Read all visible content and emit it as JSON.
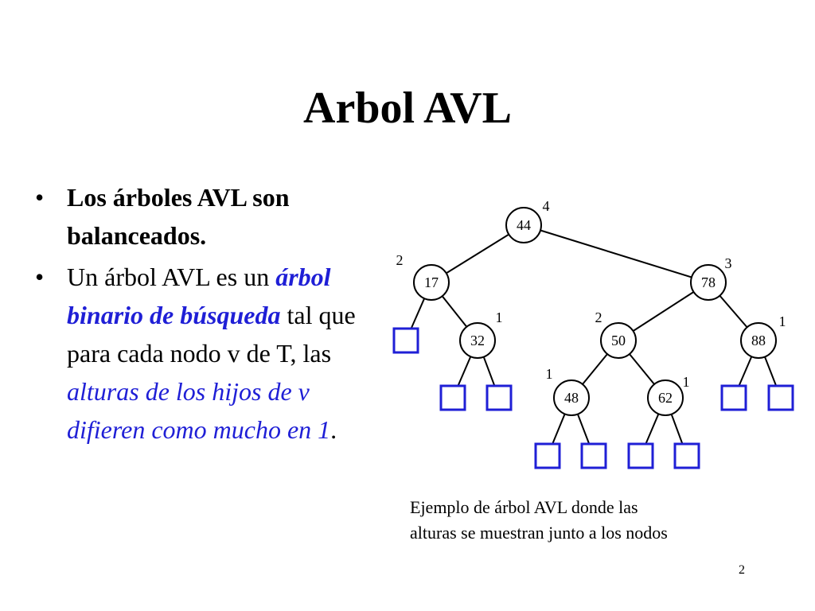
{
  "slide": {
    "title": "Arbol AVL",
    "page_number": "2",
    "bullets": [
      {
        "text": "Los árboles AVL son balanceados."
      },
      {
        "part1": "Un árbol AVL es un ",
        "emph1": "árbol binario de búsqueda",
        "part2": " tal que para cada nodo v de T, las ",
        "emph2": "alturas de los hijos de v difieren como mucho en 1",
        "part3": "."
      }
    ],
    "caption": {
      "line1": "Ejemplo de árbol AVL donde las",
      "line2": "alturas se muestran junto a los nodos"
    }
  },
  "tree": {
    "nodes": [
      {
        "id": "44",
        "label": "44",
        "height": "4"
      },
      {
        "id": "17",
        "label": "17",
        "height": "2"
      },
      {
        "id": "78",
        "label": "78",
        "height": "3"
      },
      {
        "id": "32",
        "label": "32",
        "height": "1"
      },
      {
        "id": "50",
        "label": "50",
        "height": "2"
      },
      {
        "id": "88",
        "label": "88",
        "height": "1"
      },
      {
        "id": "48",
        "label": "48",
        "height": "1"
      },
      {
        "id": "62",
        "label": "62",
        "height": "1"
      }
    ],
    "edges": [
      [
        "44",
        "17"
      ],
      [
        "44",
        "78"
      ],
      [
        "17",
        "leaf-17-left"
      ],
      [
        "17",
        "32"
      ],
      [
        "78",
        "50"
      ],
      [
        "78",
        "88"
      ],
      [
        "32",
        "leaf-32-left"
      ],
      [
        "32",
        "leaf-32-right"
      ],
      [
        "50",
        "48"
      ],
      [
        "50",
        "62"
      ],
      [
        "88",
        "leaf-88-left"
      ],
      [
        "88",
        "leaf-88-right"
      ],
      [
        "48",
        "leaf-48-left"
      ],
      [
        "48",
        "leaf-48-right"
      ],
      [
        "62",
        "leaf-62-left"
      ],
      [
        "62",
        "leaf-62-right"
      ]
    ],
    "colors": {
      "node_stroke": "#000000",
      "leaf_stroke": "#1f1fd6",
      "text_blue": "#1f1fd6"
    }
  }
}
